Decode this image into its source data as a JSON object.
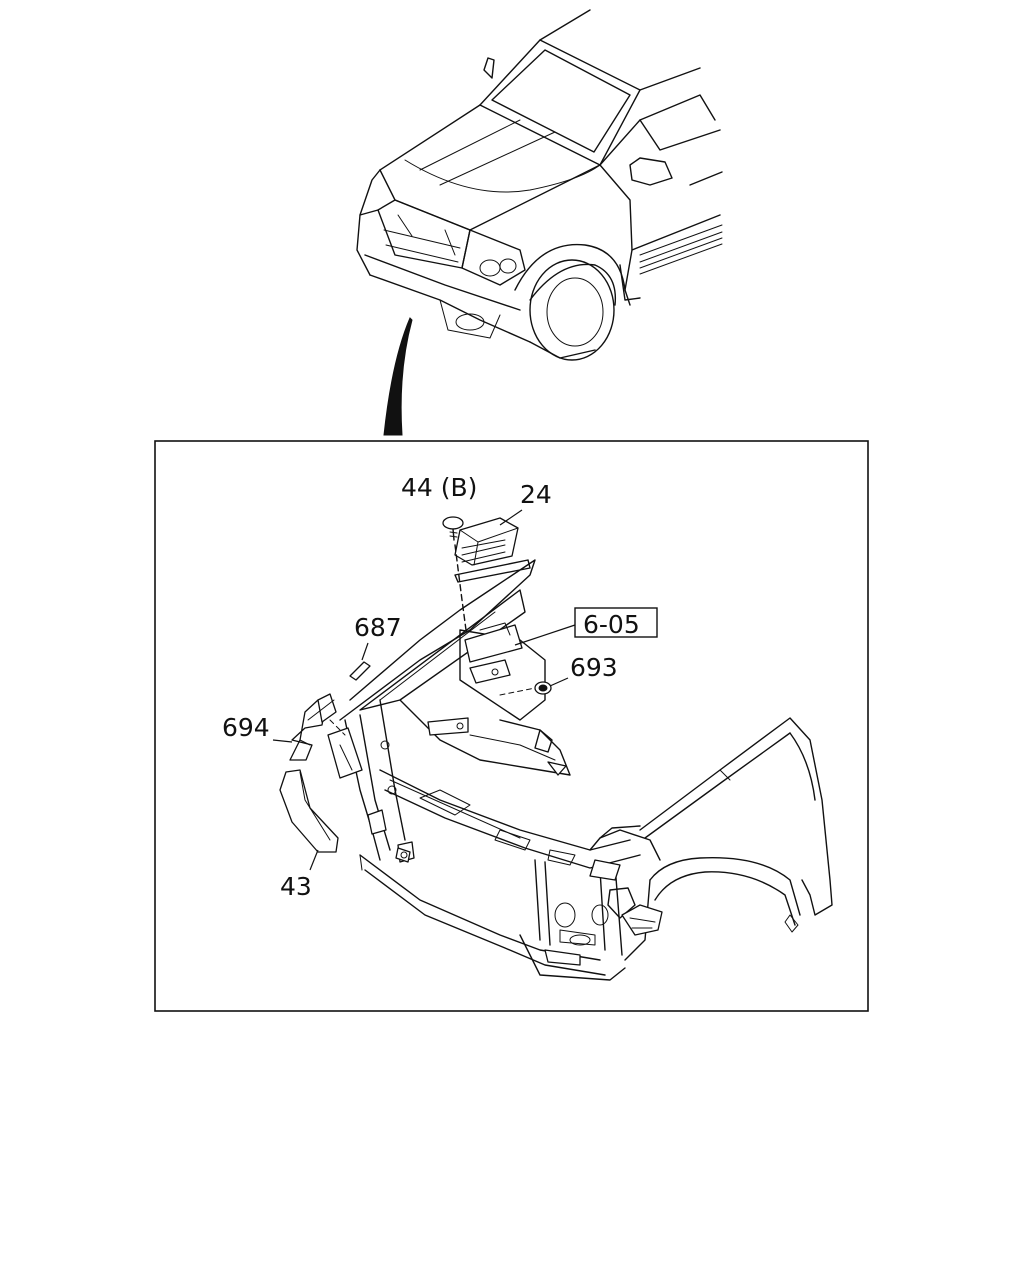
{
  "callouts": [
    {
      "id": "44",
      "label": "44 (B)"
    },
    {
      "id": "24",
      "label": "24"
    },
    {
      "id": "687",
      "label": "687"
    },
    {
      "id": "605",
      "label": "6-05"
    },
    {
      "id": "693",
      "label": "693"
    },
    {
      "id": "694",
      "label": "694"
    },
    {
      "id": "43",
      "label": "43"
    }
  ]
}
